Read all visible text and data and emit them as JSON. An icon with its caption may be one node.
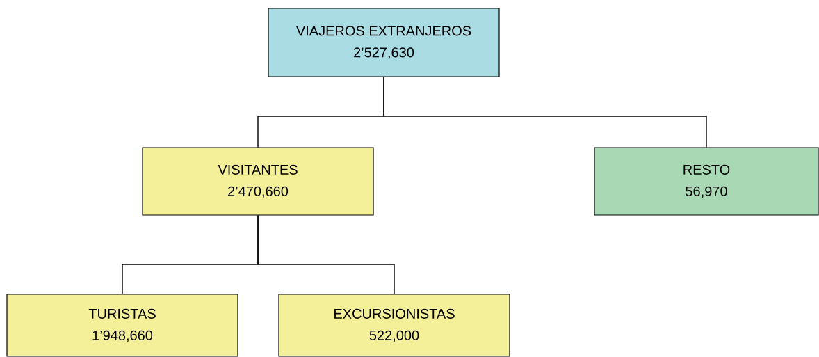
{
  "diagram": {
    "nodes": [
      {
        "text": [
          "VIAJEROS EXTRANJEROS",
          "2’527,630"
        ]
      },
      {
        "text": [
          "VISITANTES",
          "2’470,660"
        ]
      },
      {
        "text": [
          "RESTO",
          "56,970"
        ]
      },
      {
        "text": [
          "TURISTAS",
          "1’948,660"
        ]
      },
      {
        "text": [
          "EXCURSIONISTAS",
          "522,000"
        ]
      }
    ],
    "edges": [
      {
        "from": 0,
        "to": 1,
        "arrow": "none"
      },
      {
        "from": 0,
        "to": 2,
        "arrow": "none"
      },
      {
        "from": 1,
        "to": 3,
        "arrow": "none"
      },
      {
        "from": 1,
        "to": 4,
        "arrow": "none"
      }
    ]
  }
}
